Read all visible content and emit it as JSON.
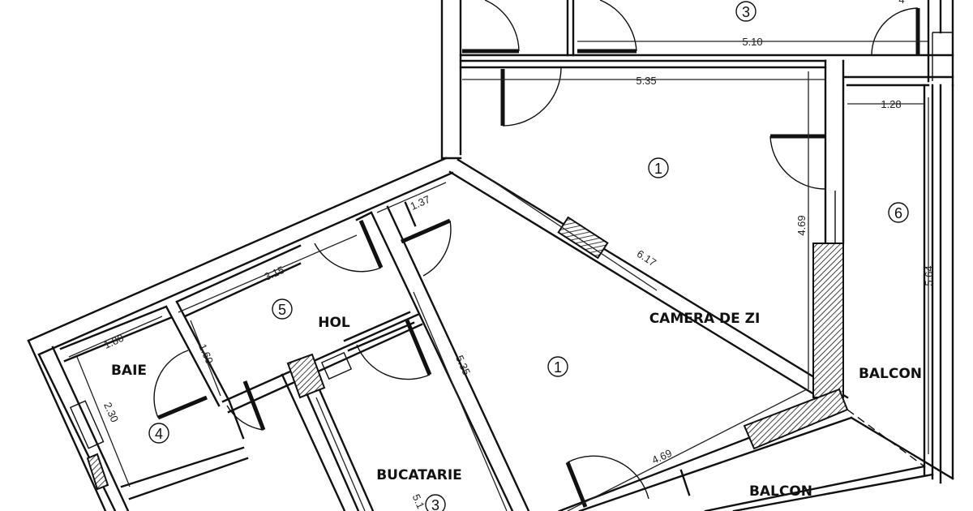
{
  "rooms": {
    "hol": "HOL",
    "baie": "BAIE",
    "camera_de_zi": "CAMERA DE ZI",
    "balcon_right": "BALCON",
    "balcon_bottom": "BALCON",
    "bucatarie": "BUCATARIE"
  },
  "room_numbers": {
    "top_room": "3",
    "camera_upper": "1",
    "balcon_right": "6",
    "hol": "5",
    "camera_lower": "1",
    "baie": "4",
    "bucatarie": "3"
  },
  "dimensions": {
    "top_corridor": "5.10",
    "camera_top": "5.35",
    "balcon_width": "1.28",
    "camera_right": "4.69",
    "balcon_length": "5.64",
    "camera_diagonal": "6.17",
    "hol_entry": "1.37",
    "hol_length": "3.15",
    "baie_width": "1.80",
    "hol_width": "1.60",
    "baie_length": "2.30",
    "camera_left": "5.35",
    "camera_bottom": "4.69",
    "bucatarie_partial": "5.1",
    "top_right_partial": "4"
  }
}
